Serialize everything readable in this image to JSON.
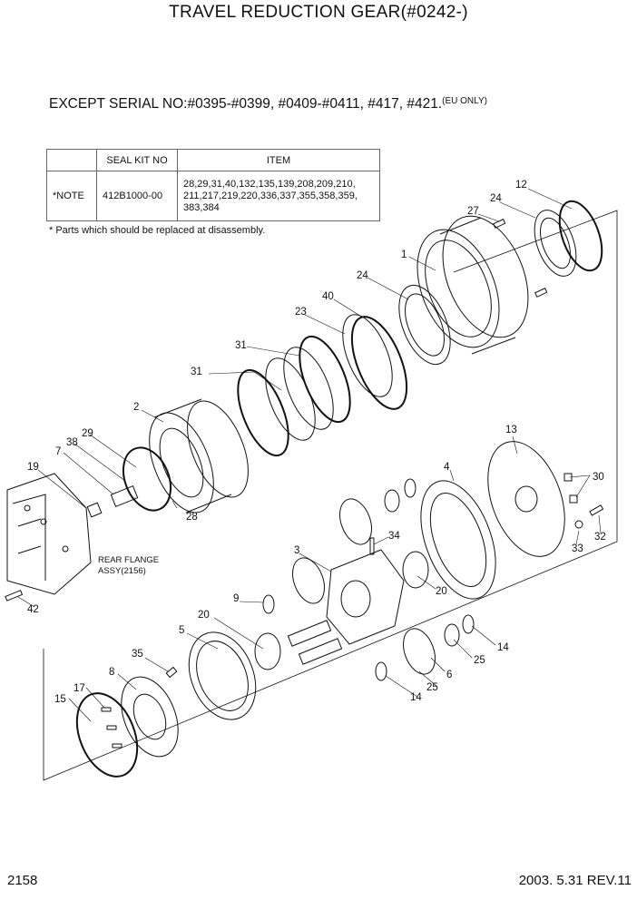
{
  "title": "TRAVEL REDUCTION GEAR(#0242-)",
  "subtitle": {
    "text": "EXCEPT SERIAL NO:#0395-#0399, #0409-#0411, #417, #421.",
    "suffix": "(EU ONLY)"
  },
  "seal_table": {
    "headers": [
      "",
      "SEAL KIT NO",
      "ITEM"
    ],
    "row": {
      "note": "*NOTE",
      "kit_no": "412B1000-00",
      "items": "28,29,31,40,132,135,139,208,209,210, 211,217,219,220,336,337,355,358,359, 383,384"
    }
  },
  "footnote": "* Parts which should be replaced at disassembly.",
  "rear_flange_label": [
    "REAR FLANGE",
    "ASSY(2156)"
  ],
  "callouts": {
    "c1": "1",
    "c2": "2",
    "c3": "3",
    "c4": "4",
    "c5": "5",
    "c6": "6",
    "c7": "7",
    "c8": "8",
    "c9": "9",
    "c12": "12",
    "c13": "13",
    "c14a": "14",
    "c14b": "14",
    "c15": "15",
    "c17": "17",
    "c19": "19",
    "c20a": "20",
    "c20b": "20",
    "c23": "23",
    "c24a": "24",
    "c24b": "24",
    "c25a": "25",
    "c25b": "25",
    "c27": "27",
    "c28": "28",
    "c29": "29",
    "c30": "30",
    "c31a": "31",
    "c31b": "31",
    "c32": "32",
    "c33": "33",
    "c34": "34",
    "c35": "35",
    "c38": "38",
    "c40": "40",
    "c42": "42"
  },
  "page_number": "2158",
  "revision": "2003. 5.31  REV.11"
}
